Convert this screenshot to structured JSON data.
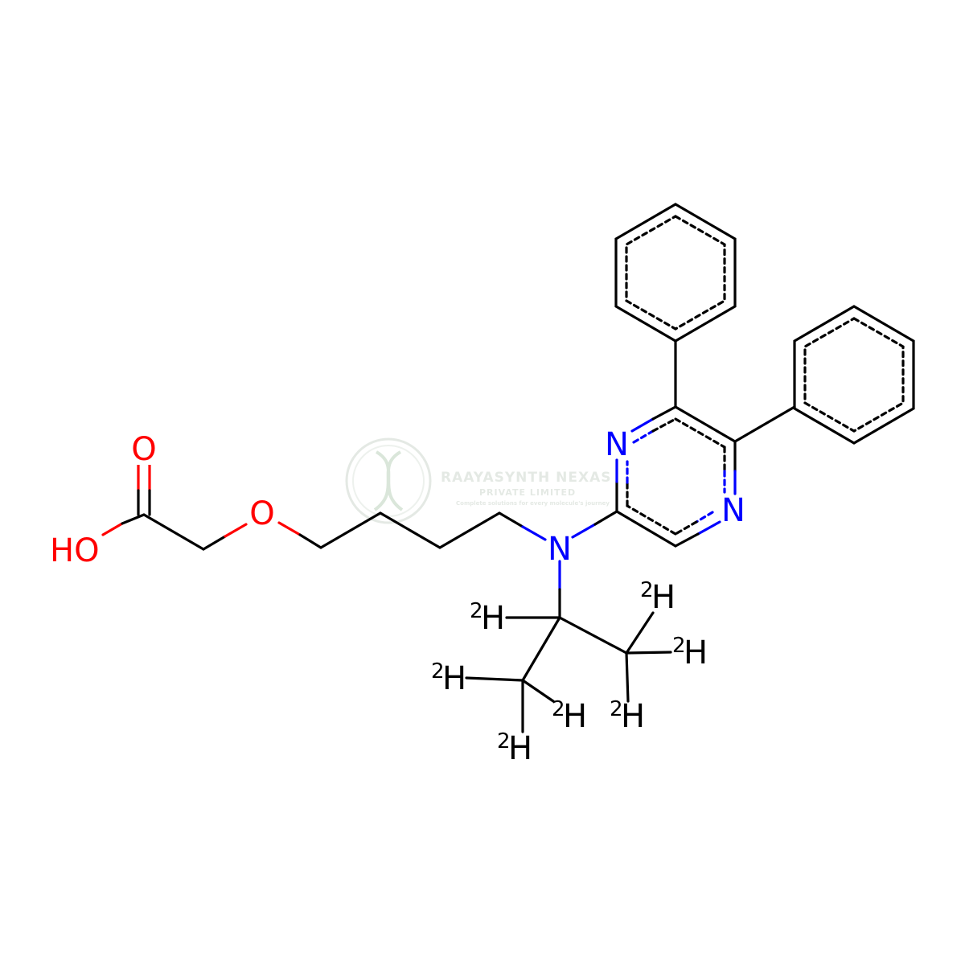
{
  "watermark": {
    "title": "RAAYASYNTH NEXAS",
    "subtitle": "PRIVATE LIMITED",
    "tagline": "Complete solutions for every molecule's journey"
  },
  "atoms": {
    "carbonyl_o": "O",
    "hydroxyl": "HO",
    "ether_o": "O",
    "amine_n": "N",
    "pyrazine_n1": "N",
    "pyrazine_n4": "N",
    "deuterium": "H",
    "isotope_mass": "2"
  },
  "colors": {
    "bond": "#000000",
    "oxygen": "#ff0000",
    "nitrogen": "#0000ff",
    "watermark": "#cfd8cf"
  }
}
